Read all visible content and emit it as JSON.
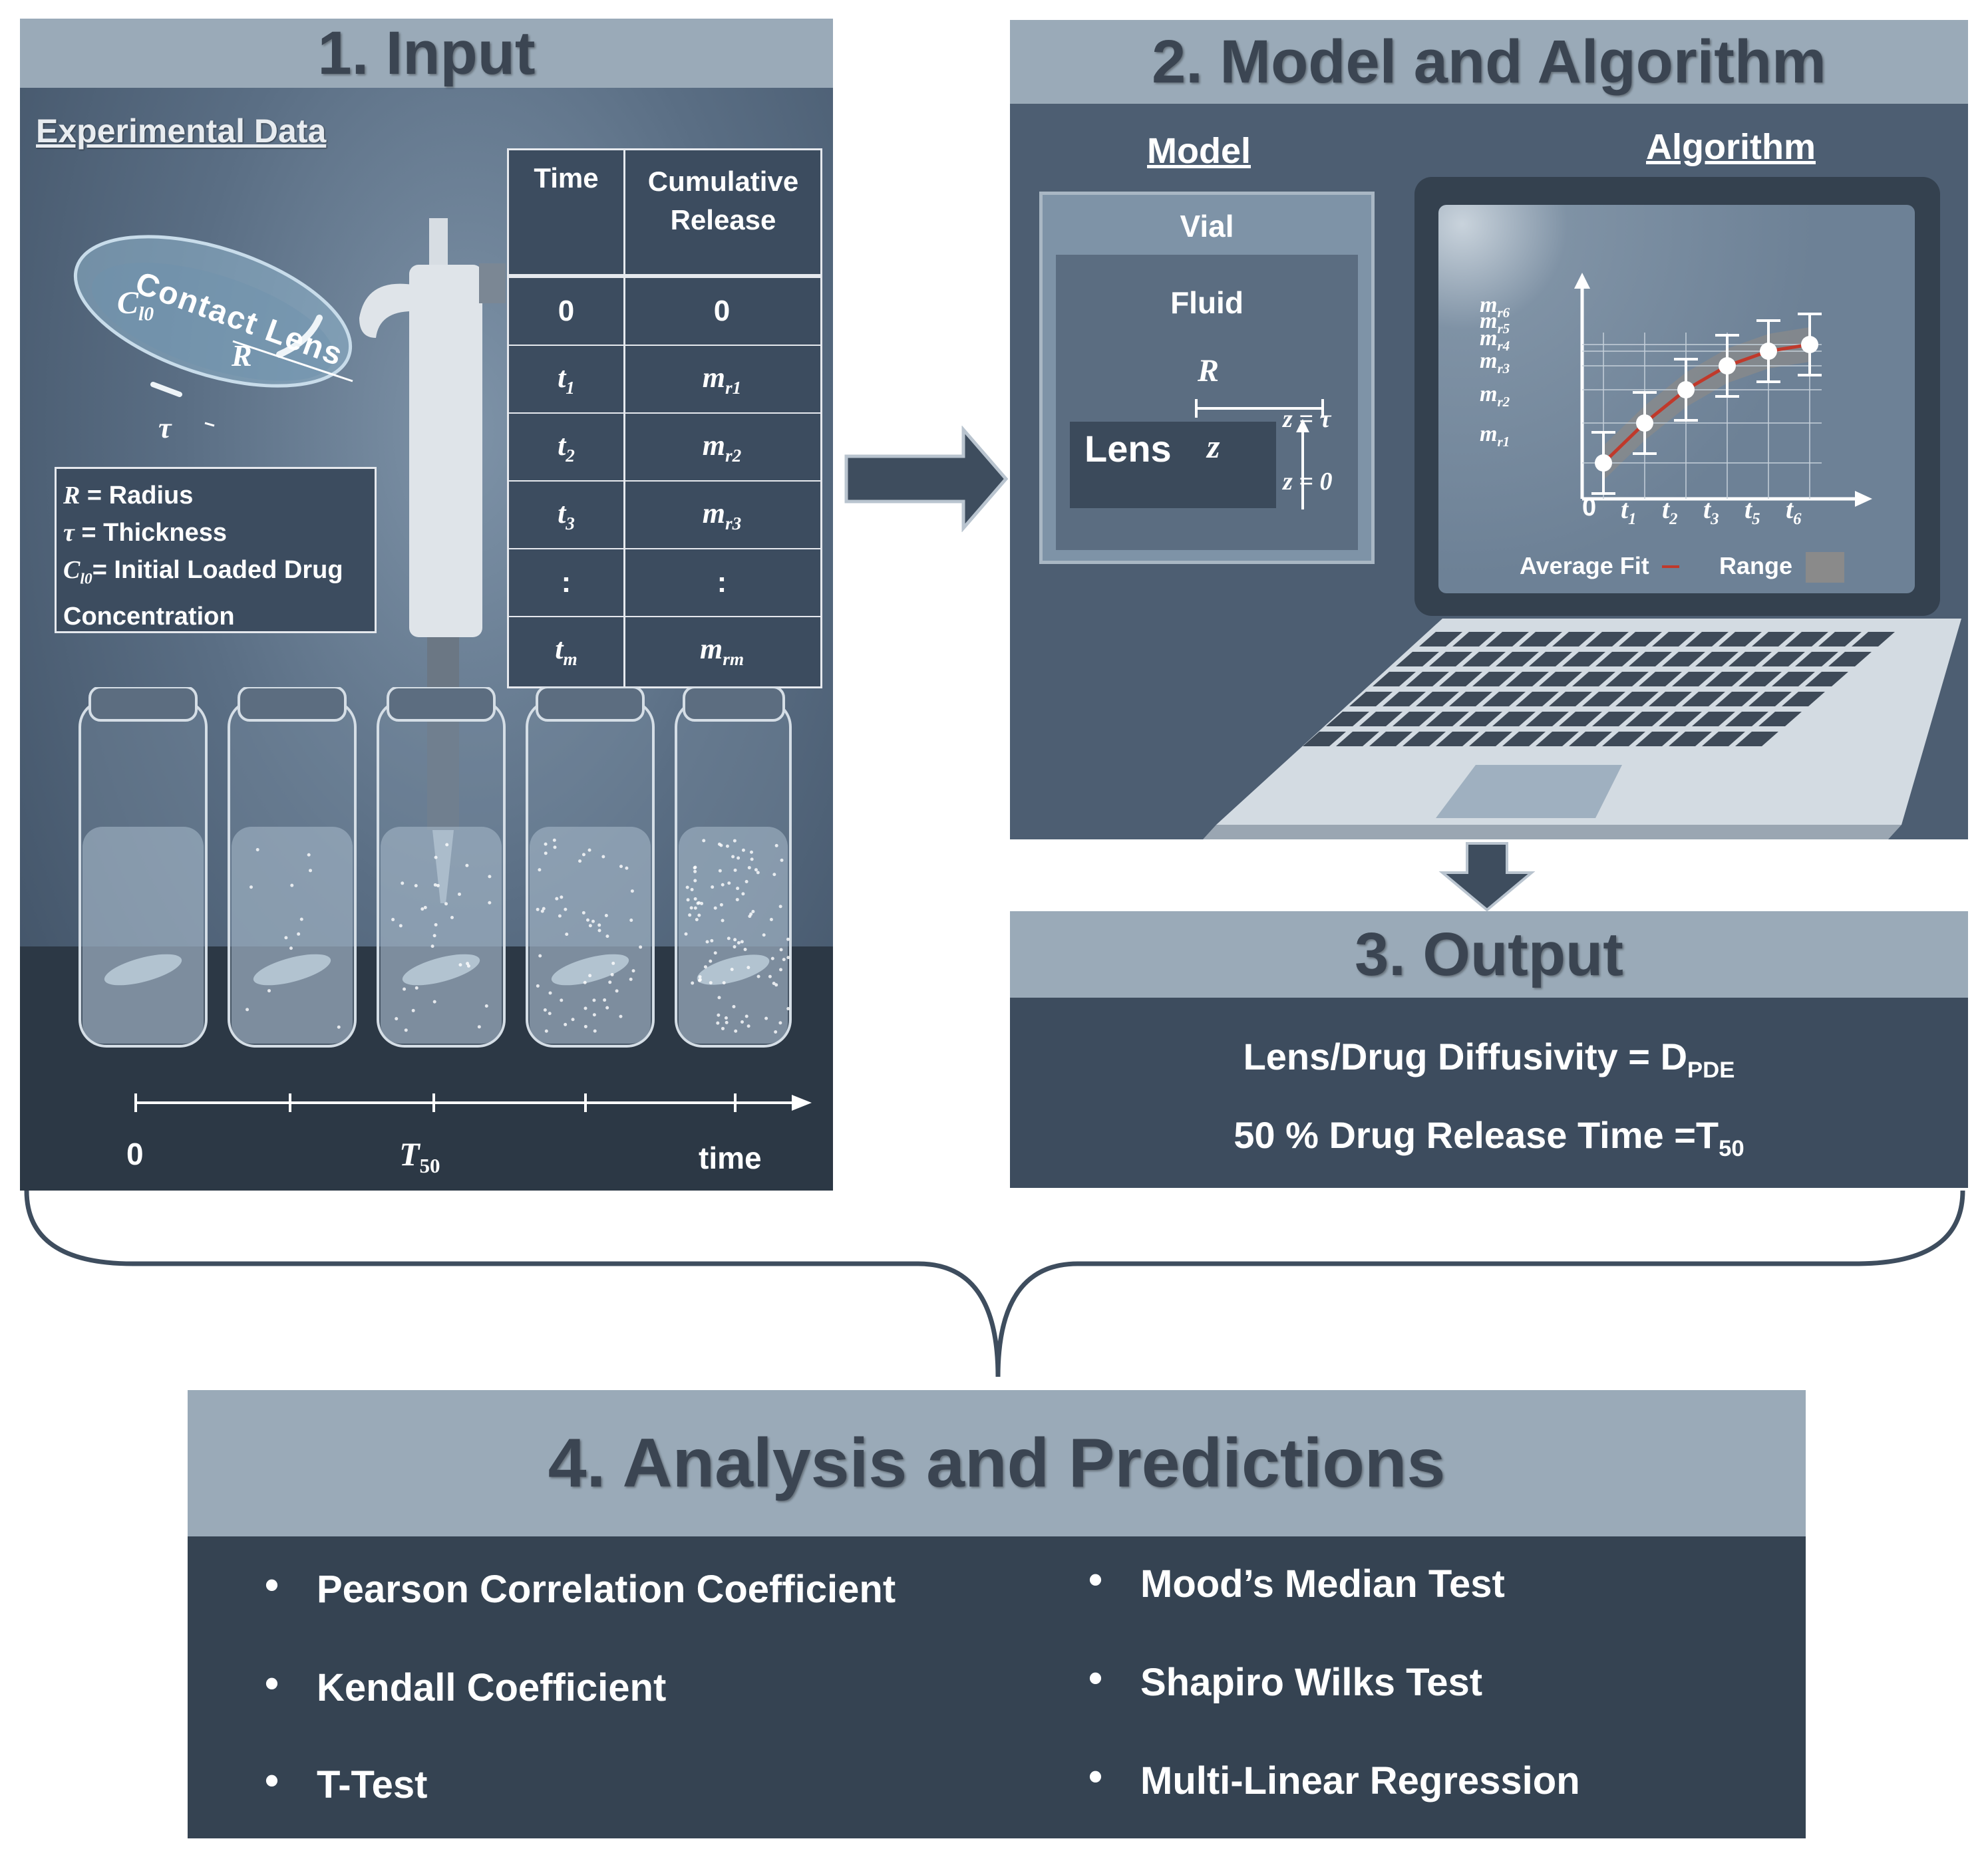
{
  "input": {
    "title": "1. Input",
    "experimental_data": "Experimental Data",
    "contact_lens": "Contact Lens",
    "lens_marks": {
      "concentration": "C",
      "conc_sub": "l0",
      "radius": "R",
      "thickness": "τ"
    },
    "legend": [
      {
        "symbol": "R",
        "text": " = Radius"
      },
      {
        "symbol": "τ",
        "text": " = Thickness"
      },
      {
        "symbol": "C",
        "sub": "l0",
        "text": "= Initial Loaded Drug Concentration"
      }
    ],
    "table": {
      "col_time": "Time",
      "col_release": "Cumulative Release",
      "rows": [
        {
          "t": "0",
          "t_sub": "",
          "m": "0",
          "m_sub": ""
        },
        {
          "t": "t",
          "t_sub": "1",
          "m": "m",
          "m_sub": "r1"
        },
        {
          "t": "t",
          "t_sub": "2",
          "m": "m",
          "m_sub": "r2"
        },
        {
          "t": "t",
          "t_sub": "3",
          "m": "m",
          "m_sub": "r3"
        },
        {
          "t": ":",
          "t_sub": "",
          "m": ":",
          "m_sub": ""
        },
        {
          "t": "t",
          "t_sub": "m",
          "m": "m",
          "m_sub": "rm"
        }
      ]
    },
    "timeline": {
      "start": "0",
      "mid": "T",
      "mid_sub": "50",
      "end": "time"
    }
  },
  "model_algorithm": {
    "title": "2. Model and Algorithm",
    "model_label": "Model",
    "algorithm_label": "Algorithm",
    "vial": "Vial",
    "fluid": "Fluid",
    "lens": "Lens",
    "r_label": "R",
    "z_label": "z",
    "z_tau": "z = τ",
    "z_zero": "z = 0",
    "plot": {
      "y_ticks": [
        {
          "m": "m",
          "sub": "r6"
        },
        {
          "m": "m",
          "sub": "r5"
        },
        {
          "m": "m",
          "sub": "r4"
        },
        {
          "m": "m",
          "sub": "r3"
        },
        {
          "m": "m",
          "sub": "r2"
        },
        {
          "m": "m",
          "sub": "r1"
        }
      ],
      "x_ticks": [
        {
          "t": "0",
          "sub": ""
        },
        {
          "t": "t",
          "sub": "1"
        },
        {
          "t": "t",
          "sub": "2"
        },
        {
          "t": "t",
          "sub": "3"
        },
        {
          "t": "t",
          "sub": "5"
        },
        {
          "t": "t",
          "sub": "6"
        }
      ],
      "legend_fit": "Average Fit",
      "legend_range": "Range",
      "fit_color": "#c0392b",
      "range_color": "#8a8a8a"
    }
  },
  "output": {
    "title": "3. Output",
    "line1": "Lens/Drug Diffusivity = D",
    "line1_sub": "PDE",
    "line2": "50 % Drug Release Time =T",
    "line2_sub": "50"
  },
  "analysis": {
    "title": "4. Analysis and Predictions",
    "left": [
      "Pearson Correlation Coefficient",
      "Kendall Coefficient",
      "T-Test"
    ],
    "right": [
      "Mood’s Median Test",
      "Shapiro Wilks Test",
      "Multi-Linear Regression"
    ]
  },
  "colors": {
    "header": "#9aaab8",
    "panel": "#3a4a5c",
    "header_text": "#3b4552"
  }
}
